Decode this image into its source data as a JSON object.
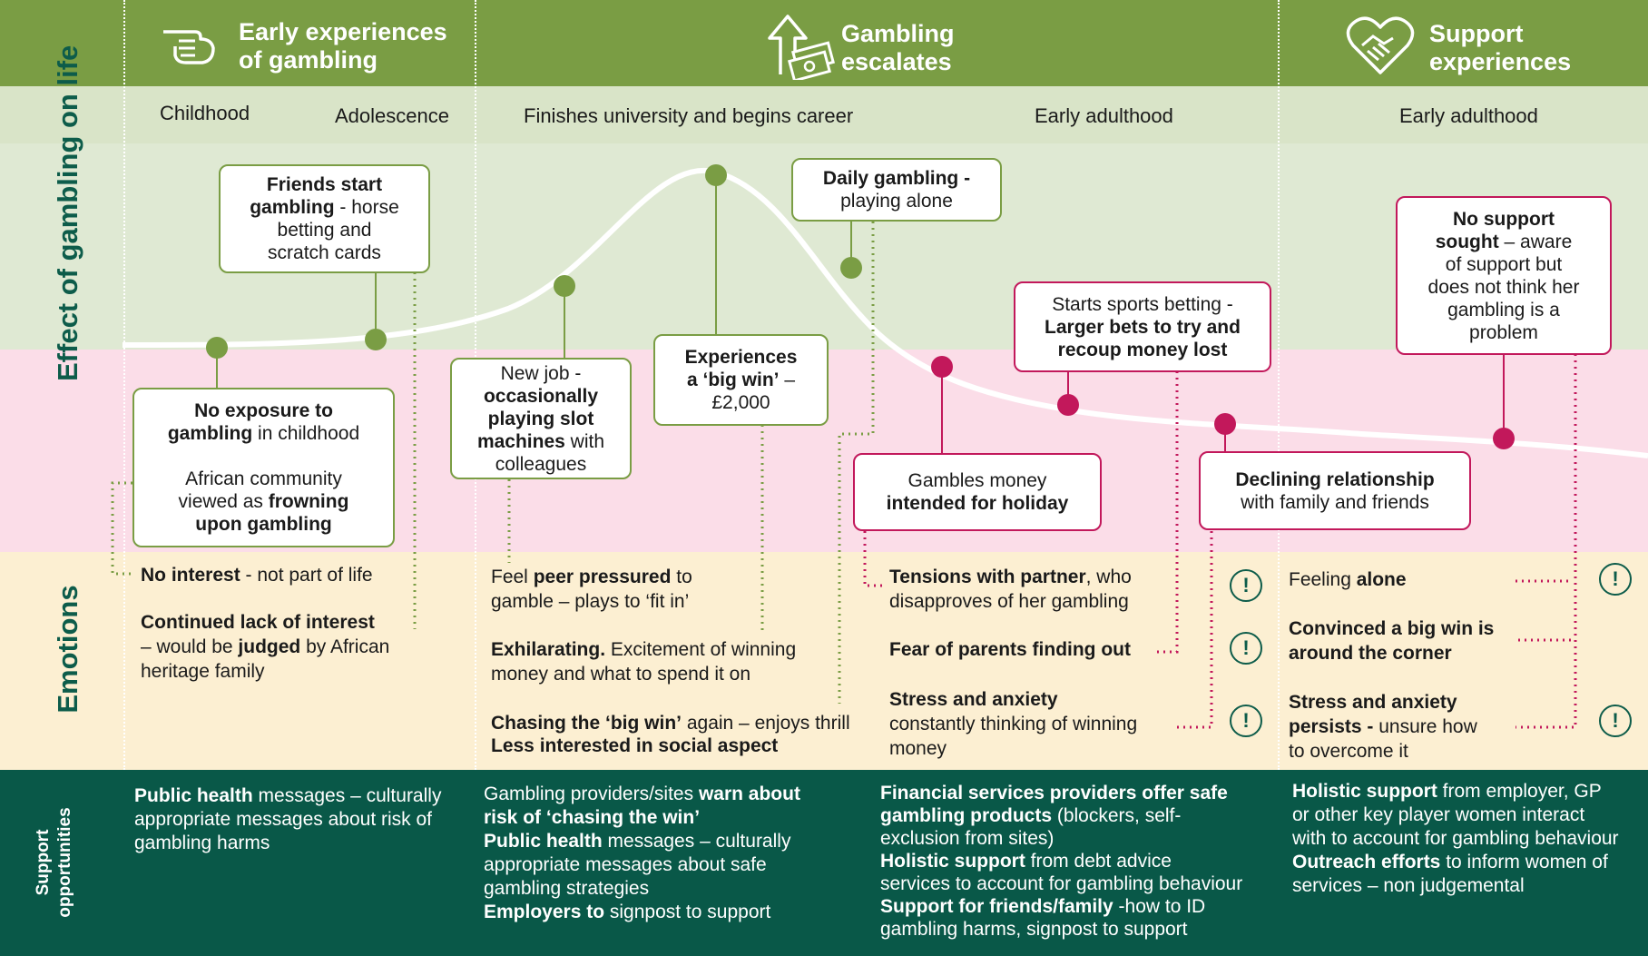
{
  "header": {
    "col1_title_l1": "Early experiences",
    "col1_title_l2": "of gambling",
    "col2_title_l1": "Gambling",
    "col2_title_l2": "escalates",
    "col3_title_l1": "Support",
    "col3_title_l2": "experiences"
  },
  "stages": {
    "childhood": "Childhood",
    "adolescence": "Adolescence",
    "career": "Finishes university and begins career",
    "early_adult_1": "Early adulthood",
    "early_adult_2": "Early adulthood"
  },
  "row_labels": {
    "effect": "Effect of gambling on life",
    "emotions": "Emotions",
    "support_l1": "Support",
    "support_l2": "opportunities"
  },
  "events": {
    "no_exposure": {
      "b1": "No exposure to",
      "b2": "gambling",
      "t1": " in childhood",
      "t2": "African community",
      "t3": "viewed as ",
      "b3": "frowning",
      "b4": "upon gambling"
    },
    "friends": {
      "b1": "Friends start",
      "b2": "gambling",
      "t1": " - horse",
      "t2": "betting and",
      "t3": "scratch cards"
    },
    "new_job": {
      "t1": "New job -",
      "b1": "occasionally",
      "b2": "playing slot",
      "b3": "machines",
      "t2": " with",
      "t3": "colleagues"
    },
    "big_win": {
      "b1": "Experiences",
      "b2": "a ‘big win’",
      "t1": " –",
      "t2": "£2,000"
    },
    "daily": {
      "b1": "Daily gambling -",
      "t1": "playing alone"
    },
    "holiday": {
      "t1": "Gambles money",
      "b1": "intended for holiday"
    },
    "sports": {
      "t1": "Starts sports betting -",
      "b1": "Larger bets to try and",
      "b2": "recoup money lost"
    },
    "declining": {
      "b1": "Declining relationship",
      "t1": "with family and friends"
    },
    "no_support": {
      "b1": "No support",
      "b2": "sought",
      "t1": " – aware",
      "t2": "of support but",
      "t3": "does not think her",
      "t4": "gambling is a",
      "t5": "problem"
    }
  },
  "emotions": {
    "c1_1_b": "No interest",
    "c1_1_t": " - not part of life",
    "c1_2_b": "Continued lack of interest",
    "c1_2_t1": " –  would be ",
    "c1_2_b2": "judged",
    "c1_2_t2": " by African",
    "c1_2_t3": "heritage family",
    "c2_1_t1": "Feel ",
    "c2_1_b": "peer pressured",
    "c2_1_t2": " to",
    "c2_1_t3": "gamble – plays to ‘fit in’",
    "c2_2_b": "Exhilarating.",
    "c2_2_t1": " Excitement of winning",
    "c2_2_t2": "money and what to spend it on",
    "c2_3_b": "Chasing the ‘big win’",
    "c2_3_t": " again – enjoys thrill",
    "c2_3_b2": "Less interested in social aspect",
    "c3_1_b": "Tensions with partner",
    "c3_1_t1": ", who",
    "c3_1_t2": "disapproves of her gambling",
    "c3_2_b": "Fear of parents finding out",
    "c3_3_b": "Stress and anxiety",
    "c3_3_t1": "constantly thinking of winning",
    "c3_3_t2": "money",
    "c4_1_t": "Feeling ",
    "c4_1_b": "alone",
    "c4_2_b1": "Convinced a big win is",
    "c4_2_b2": "around the corner",
    "c4_3_b1": "Stress and anxiety",
    "c4_3_b2": "persists -",
    "c4_3_t1": " unsure how",
    "c4_3_t2": " to overcome it",
    "warn_glyph": "!"
  },
  "support": {
    "c1_b": "Public health",
    "c1_t1": " messages – culturally",
    "c1_t2": "appropriate messages about risk of",
    "c1_t3": "gambling harms",
    "c2_t1": "Gambling providers/sites ",
    "c2_b1": "warn about",
    "c2_b2": "risk of ‘chasing the win’",
    "c2_b3": "Public health",
    "c2_t2": " messages – culturally",
    "c2_t3": "appropriate messages about safe",
    "c2_t4": "gambling strategies",
    "c2_b4": "Employers to",
    "c2_t5": " signpost to support",
    "c3_b1": "Financial services providers offer safe",
    "c3_b2": "gambling products",
    "c3_t1": " (blockers, self-",
    "c3_t2": "exclusion from sites)",
    "c3_b3": "Holistic support",
    "c3_t3": " from debt advice",
    "c3_t4": "services to account for gambling behaviour",
    "c3_b4": "Support for friends/family",
    "c3_t5": " -how to ID",
    "c3_t6": "gambling harms, signpost to support",
    "c4_b1": "Holistic support",
    "c4_t1": " from employer, GP",
    "c4_t2": "or other key player women interact",
    "c4_t3": "with to account for gambling behaviour",
    "c4_b2": "Outreach efforts",
    "c4_t4": " to inform women of",
    "c4_t5": "services – non judgemental"
  },
  "colors": {
    "header": "#7a9d44",
    "positive": "#dfe9d3",
    "negative": "#fbdde8",
    "emotions": "#fcefd2",
    "support": "#095848",
    "green_marker": "#7a9d44",
    "pink_marker": "#c2185b",
    "label": "#0d5c4a"
  }
}
